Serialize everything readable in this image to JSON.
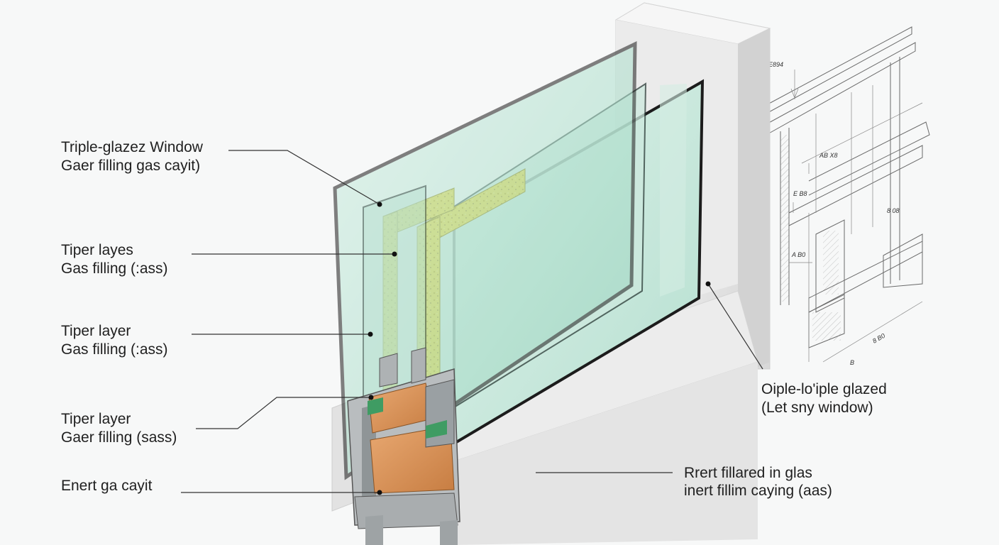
{
  "labels": {
    "l1": {
      "line1": "Triple-glazez Window",
      "line2": "Gaer filling gas cayit)"
    },
    "l2": {
      "line1": "Tiper layes",
      "line2": "Gas  filling (:ass)"
    },
    "l3": {
      "line1": "Tiper layer",
      "line2": "Gas  filling (:ass)"
    },
    "l4": {
      "line1": "Tiper layer",
      "line2": "Gaer filling (sass)"
    },
    "l5": {
      "line1": "Enert ga cayit"
    },
    "r1": {
      "line1": "Oiple-lo'iple glazed",
      "line2": "(Let sny window)"
    },
    "r2": {
      "line1": "Rrert fillared in glas",
      "line2": "inert fillim caying (aas)"
    }
  },
  "sketch": {
    "dims": [
      "E894",
      "AB X8",
      "E B8",
      "A B0",
      "8 B0",
      "8 08",
      "B"
    ]
  },
  "colors": {
    "glass": "#bfe3d6",
    "glass_edge": "#1c1c1c",
    "frame": "#e6e6e6",
    "wood": "#d9925a",
    "desiccant": "#e9d84e",
    "aluminium": "#9aa0a3"
  }
}
